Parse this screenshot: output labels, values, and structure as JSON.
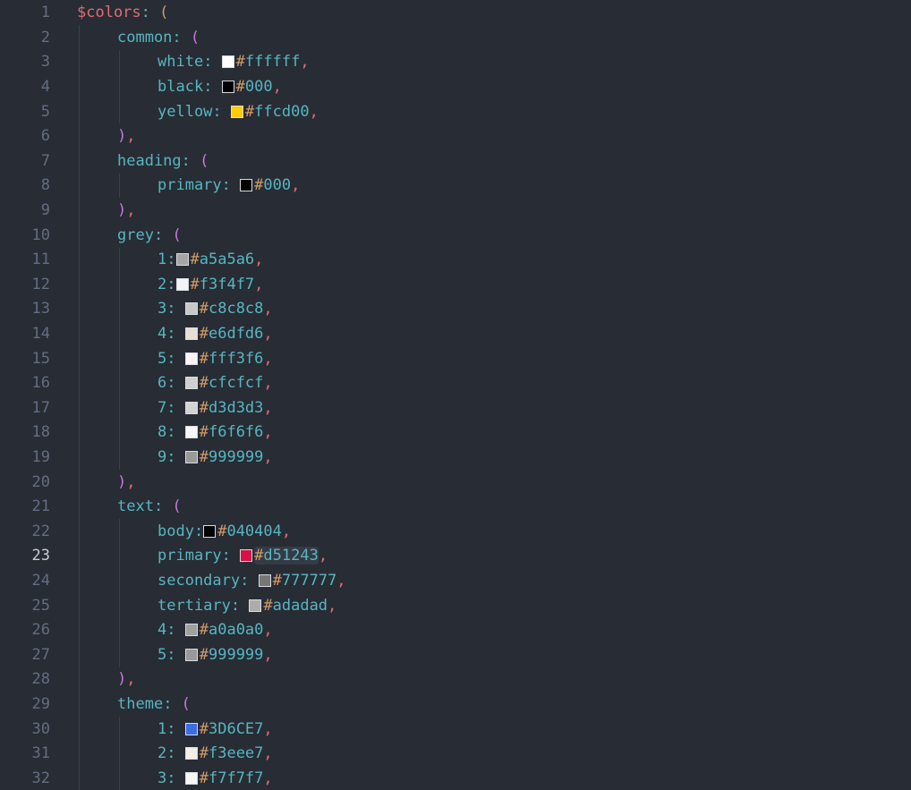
{
  "editor": {
    "active_line": 23,
    "lines": [
      {
        "n": "1",
        "indent": 0,
        "type": "open",
        "key": "$colors",
        "var": true
      },
      {
        "n": "2",
        "indent": 1,
        "type": "open",
        "key": "common"
      },
      {
        "n": "3",
        "indent": 2,
        "type": "entry",
        "key": "white",
        "sep": ": ",
        "hash": "#",
        "hex": "ffffff",
        "color": "#ffffff"
      },
      {
        "n": "4",
        "indent": 2,
        "type": "entry",
        "key": "black",
        "sep": ": ",
        "hash": "#",
        "hex": "000",
        "color": "#000000"
      },
      {
        "n": "5",
        "indent": 2,
        "type": "entry",
        "key": "yellow",
        "sep": ": ",
        "hash": "#",
        "hex": "ffcd00",
        "color": "#ffcd00"
      },
      {
        "n": "6",
        "indent": 1,
        "type": "close"
      },
      {
        "n": "7",
        "indent": 1,
        "type": "open",
        "key": "heading"
      },
      {
        "n": "8",
        "indent": 2,
        "type": "entry",
        "key": "primary",
        "sep": ": ",
        "hash": "#",
        "hex": "000",
        "color": "#000000"
      },
      {
        "n": "9",
        "indent": 1,
        "type": "close"
      },
      {
        "n": "10",
        "indent": 1,
        "type": "open",
        "key": "grey"
      },
      {
        "n": "11",
        "indent": 2,
        "type": "entry",
        "key": "1",
        "sep": ":",
        "hash": "#",
        "hex": "a5a5a6",
        "color": "#a5a5a6"
      },
      {
        "n": "12",
        "indent": 2,
        "type": "entry",
        "key": "2",
        "sep": ":",
        "hash": "#",
        "hex": "f3f4f7",
        "color": "#f3f4f7"
      },
      {
        "n": "13",
        "indent": 2,
        "type": "entry",
        "key": "3",
        "sep": ": ",
        "hash": "#",
        "hex": "c8c8c8",
        "color": "#c8c8c8"
      },
      {
        "n": "14",
        "indent": 2,
        "type": "entry",
        "key": "4",
        "sep": ": ",
        "hash": "#",
        "hex": "e6dfd6",
        "color": "#e6dfd6"
      },
      {
        "n": "15",
        "indent": 2,
        "type": "entry",
        "key": "5",
        "sep": ": ",
        "hash": "#",
        "hex": "fff3f6",
        "color": "#fff3f6"
      },
      {
        "n": "16",
        "indent": 2,
        "type": "entry",
        "key": "6",
        "sep": ": ",
        "hash": "#",
        "hex": "cfcfcf",
        "color": "#cfcfcf"
      },
      {
        "n": "17",
        "indent": 2,
        "type": "entry",
        "key": "7",
        "sep": ": ",
        "hash": "#",
        "hex": "d3d3d3",
        "color": "#d3d3d3"
      },
      {
        "n": "18",
        "indent": 2,
        "type": "entry",
        "key": "8",
        "sep": ": ",
        "hash": "#",
        "hex": "f6f6f6",
        "color": "#f6f6f6"
      },
      {
        "n": "19",
        "indent": 2,
        "type": "entry",
        "key": "9",
        "sep": ": ",
        "hash": "#",
        "hex": "999999",
        "color": "#999999"
      },
      {
        "n": "20",
        "indent": 1,
        "type": "close"
      },
      {
        "n": "21",
        "indent": 1,
        "type": "open",
        "key": "text"
      },
      {
        "n": "22",
        "indent": 2,
        "type": "entry",
        "key": "body",
        "sep": ":",
        "hash": "#",
        "hex": "040404",
        "color": "#040404"
      },
      {
        "n": "23",
        "indent": 2,
        "type": "entry",
        "key": "primary",
        "sep": ": ",
        "hash": "#",
        "hex": "d51243",
        "color": "#d51243",
        "highlight": true
      },
      {
        "n": "24",
        "indent": 2,
        "type": "entry",
        "key": "secondary",
        "sep": ": ",
        "hash": "#",
        "hex": "777777",
        "color": "#777777"
      },
      {
        "n": "25",
        "indent": 2,
        "type": "entry",
        "key": "tertiary",
        "sep": ": ",
        "hash": "#",
        "hex": "adadad",
        "color": "#adadad"
      },
      {
        "n": "26",
        "indent": 2,
        "type": "entry",
        "key": "4",
        "sep": ": ",
        "hash": "#",
        "hex": "a0a0a0",
        "color": "#a0a0a0"
      },
      {
        "n": "27",
        "indent": 2,
        "type": "entry",
        "key": "5",
        "sep": ": ",
        "hash": "#",
        "hex": "999999",
        "color": "#999999"
      },
      {
        "n": "28",
        "indent": 1,
        "type": "close"
      },
      {
        "n": "29",
        "indent": 1,
        "type": "open",
        "key": "theme"
      },
      {
        "n": "30",
        "indent": 2,
        "type": "entry",
        "key": "1",
        "sep": ": ",
        "hash": "#",
        "hex": "3D6CE7",
        "color": "#3d6ce7"
      },
      {
        "n": "31",
        "indent": 2,
        "type": "entry",
        "key": "2",
        "sep": ": ",
        "hash": "#",
        "hex": "f3eee7",
        "color": "#f3eee7"
      },
      {
        "n": "32",
        "indent": 2,
        "type": "entry",
        "key": "3",
        "sep": ": ",
        "hash": "#",
        "hex": "f7f7f7",
        "color": "#f7f7f7"
      }
    ]
  },
  "tokens": {
    "colon": ": ",
    "open_paren": "(",
    "close": ")",
    "comma": ","
  }
}
